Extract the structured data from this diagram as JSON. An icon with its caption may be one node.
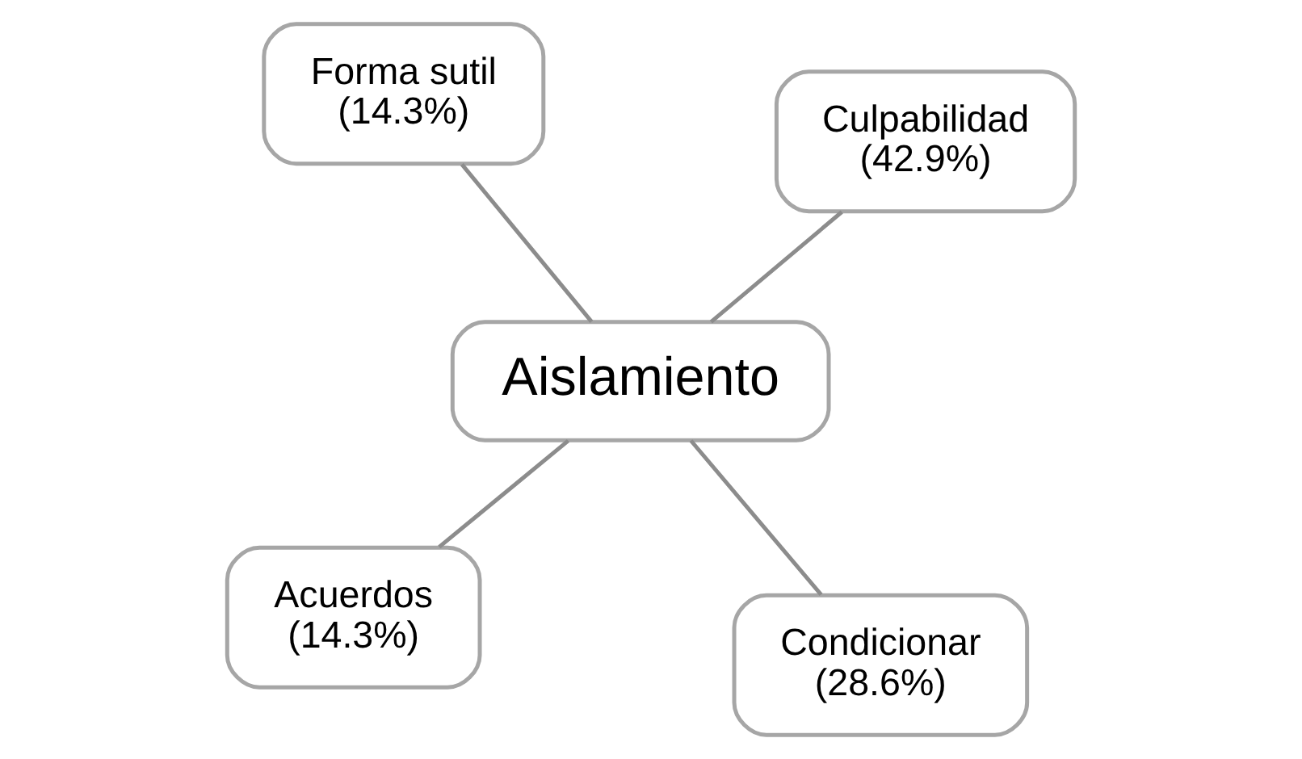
{
  "diagram": {
    "nodes": [
      {
        "text": [
          "Acuerdos (14.3%)"
        ]
      },
      {
        "text": [
          "Condicionar (28.6%)"
        ]
      },
      {
        "text": [
          "Aislamiento"
        ]
      },
      {
        "text": [
          "Forma sutil (14.3%)"
        ]
      },
      {
        "text": [
          "Culpabilidad (42.9%)"
        ]
      }
    ],
    "edges": [
      {
        "from": 2,
        "to": 0,
        "arrow": "none"
      },
      {
        "from": 2,
        "to": 1,
        "arrow": "none"
      },
      {
        "from": 2,
        "to": 3,
        "arrow": "none"
      },
      {
        "from": 2,
        "to": 4,
        "arrow": "none"
      }
    ]
  }
}
